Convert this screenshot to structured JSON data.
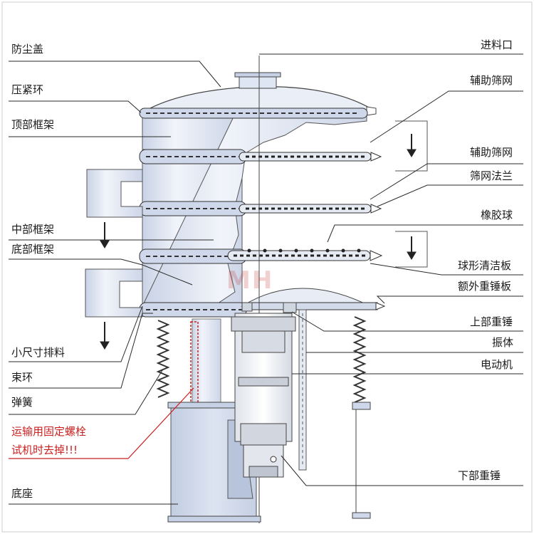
{
  "labels_left": [
    {
      "id": "dust-cover",
      "text": "防尘盖"
    },
    {
      "id": "clamp-ring",
      "text": "压紧环"
    },
    {
      "id": "top-frame",
      "text": "顶部框架"
    },
    {
      "id": "middle-frame",
      "text": "中部框架"
    },
    {
      "id": "bottom-frame",
      "text": "底部框架"
    },
    {
      "id": "small-discharge",
      "text": "小尺寸排料"
    },
    {
      "id": "band-ring",
      "text": "束环"
    },
    {
      "id": "spring",
      "text": "弹簧"
    },
    {
      "id": "base",
      "text": "底座"
    }
  ],
  "labels_right": [
    {
      "id": "feed-inlet",
      "text": "进料口"
    },
    {
      "id": "aux-screen-1",
      "text": "辅助筛网"
    },
    {
      "id": "aux-screen-2",
      "text": "辅助筛网"
    },
    {
      "id": "screen-flange",
      "text": "筛网法兰"
    },
    {
      "id": "rubber-ball",
      "text": "橡胶球"
    },
    {
      "id": "ball-cleaning-plate",
      "text": "球形清洁板"
    },
    {
      "id": "extra-weight-plate",
      "text": "额外重锤板"
    },
    {
      "id": "upper-weight",
      "text": "上部重锤"
    },
    {
      "id": "vibrator-body",
      "text": "振体"
    },
    {
      "id": "motor",
      "text": "电动机"
    },
    {
      "id": "lower-weight",
      "text": "下部重锤"
    }
  ],
  "warning": {
    "line1": "运输用固定螺栓",
    "line2": "试机时去掉!!!"
  },
  "watermark": "MH",
  "colors": {
    "body_fill": "#dfe6f3",
    "body_light": "#eef2f9",
    "body_dark": "#b8c3da",
    "stroke": "#3a3a3a",
    "leader": "#2a2a2a",
    "red": "#cc1f1f"
  }
}
